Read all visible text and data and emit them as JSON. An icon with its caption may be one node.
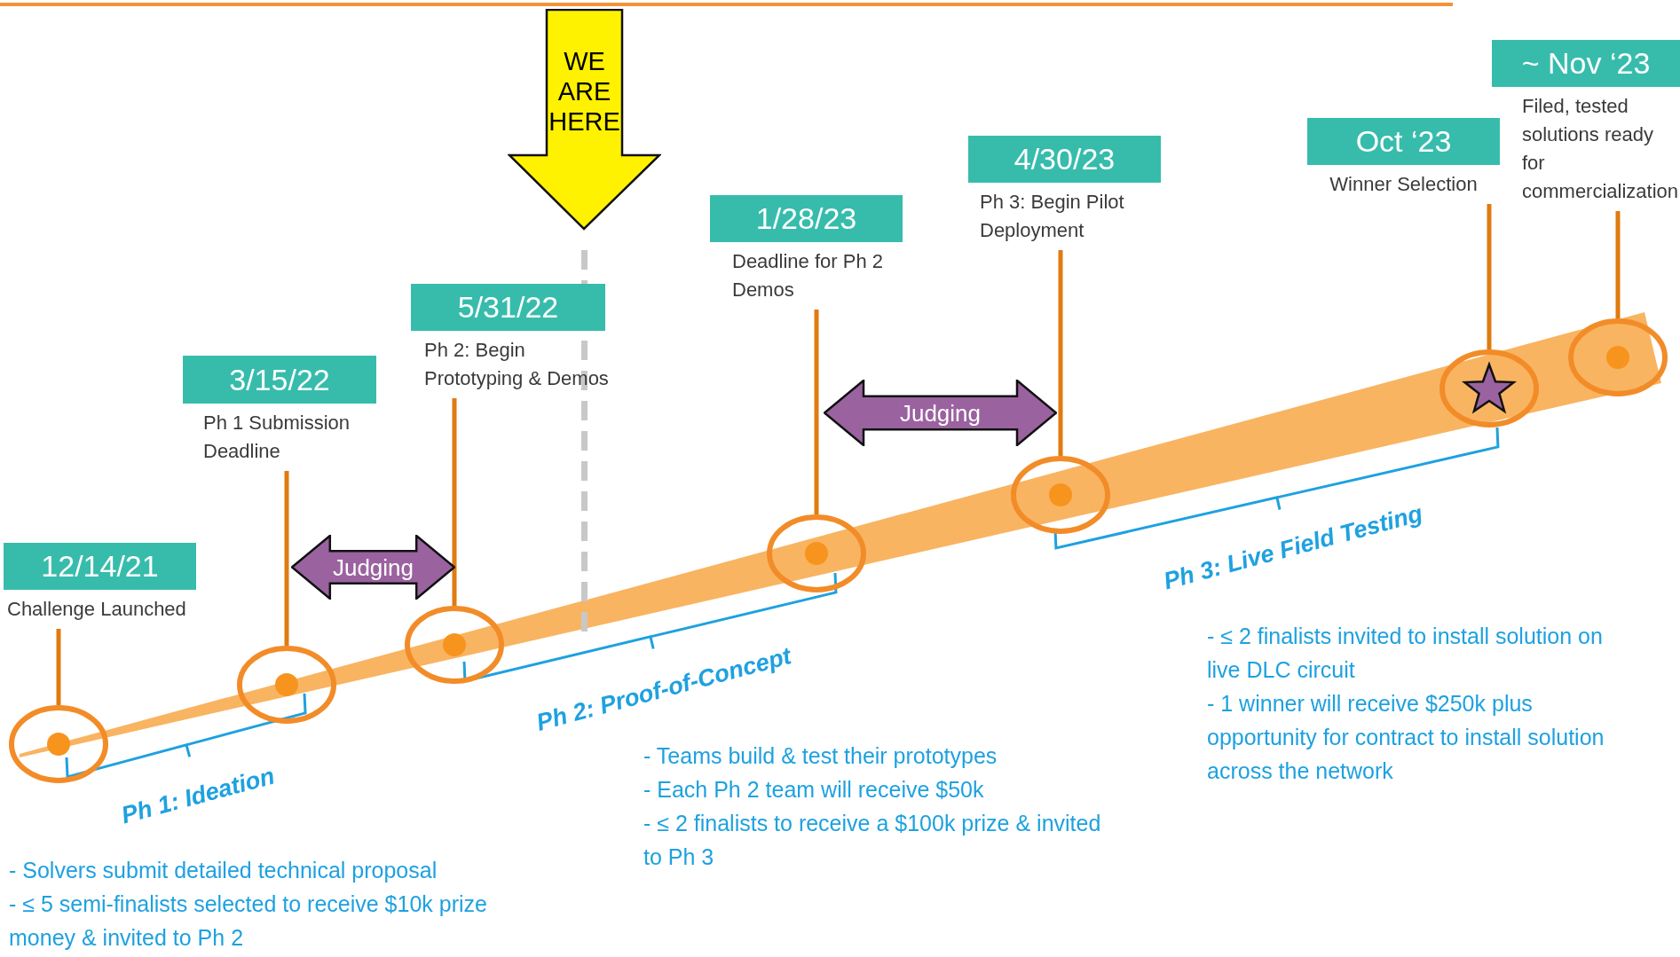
{
  "diagram": {
    "nodes": [
      {
        "text": [
          "WE ARE HERE"
        ]
      },
      {
        "text": [
          "12/14/21"
        ],
        "beside": [
          "Challenge Launched"
        ]
      },
      {
        "text": [],
        "shape": "circle"
      },
      {
        "text": [
          "3/15/22"
        ],
        "beside": [
          "Ph 1 Submission Deadline"
        ]
      },
      {
        "text": [],
        "shape": "circle"
      },
      {
        "text": [
          "5/31/22"
        ],
        "beside": [
          "Ph 2: Begin Prototyping & Demos"
        ]
      },
      {
        "text": [],
        "shape": "circle"
      },
      {
        "text": [
          "1/28/23"
        ],
        "beside": [
          "Deadline for Ph 2 Demos"
        ]
      },
      {
        "text": [],
        "shape": "circle"
      },
      {
        "text": [
          "4/30/23"
        ],
        "beside": [
          "Ph 3: Begin Pilot Deployment"
        ]
      },
      {
        "text": [],
        "shape": "circle"
      },
      {
        "text": [
          "Oct ‘23"
        ],
        "beside": [
          "Winner Selection"
        ]
      },
      {
        "text": [],
        "shape": "circle"
      },
      {
        "text": [
          "~ Nov ‘23"
        ],
        "beside": [
          "Filed, tested solutions ready for commercialization"
        ]
      },
      {
        "text": [],
        "shape": "circle"
      },
      {
        "text": [
          "Judging"
        ]
      },
      {
        "text": [
          "Judging"
        ]
      }
    ],
    "edges": [
      {
        "from": 0,
        "to": null,
        "arrow": "none",
        "style": "dashed",
        "color": "#c8c8c8"
      },
      {
        "from": 1,
        "to": 2,
        "arrow": "none"
      },
      {
        "from": 3,
        "to": 4,
        "arrow": "none"
      },
      {
        "from": 5,
        "to": 6,
        "arrow": "none"
      },
      {
        "from": 7,
        "to": 8,
        "arrow": "none"
      },
      {
        "from": 9,
        "to": 10,
        "arrow": "none"
      },
      {
        "from": 11,
        "to": 12,
        "arrow": "none"
      },
      {
        "from": 13,
        "to": 14,
        "arrow": "none"
      }
    ],
    "labels": [
      "Ph 1: Ideation",
      "Ph 2: Proof-of-Concept",
      "Ph 3: Live Field Testing",
      "- Solvers submit detailed technical proposal",
      "- ≤ 5 semi-finalists selected to receive $10k prize money & invited to Ph 2",
      "- Teams build & test their prototypes",
      "- Each Ph 2 team will receive $50k",
      "- ≤ 2 finalists to receive a $100k prize & invited to Ph 3",
      "- ≤ 2 finalists invited to install solution on live DLC circuit",
      "- 1 winner will receive $250k plus opportunity for contract to install solution across the network"
    ]
  }
}
